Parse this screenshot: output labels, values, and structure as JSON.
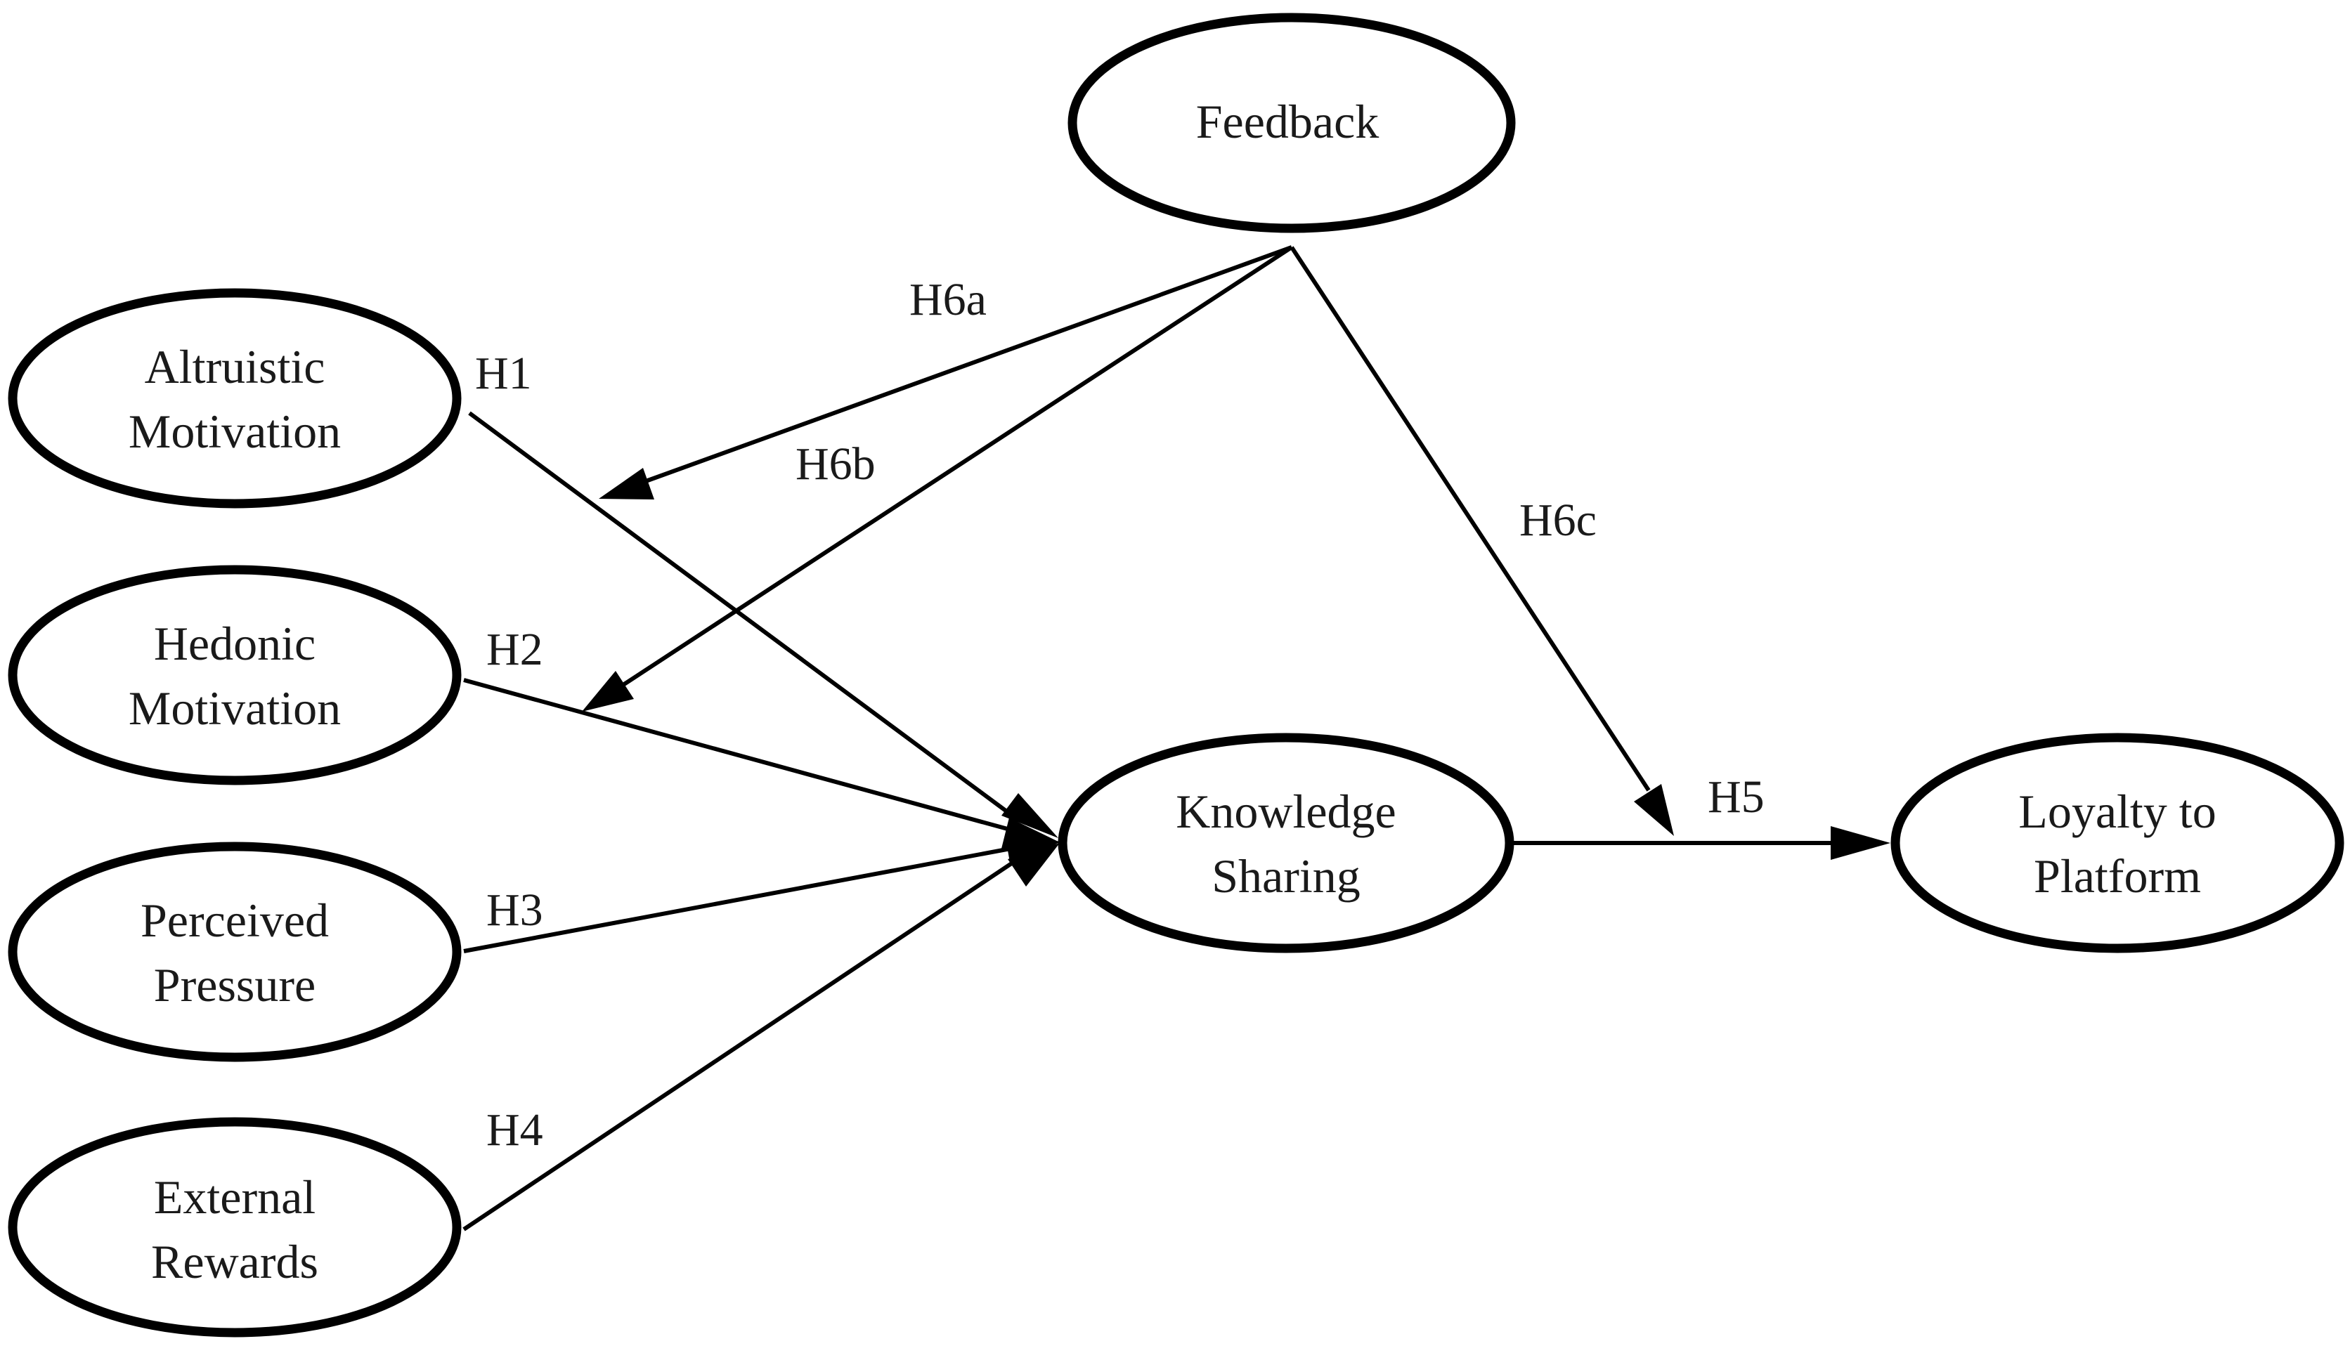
{
  "nodes": {
    "feedback": {
      "lines": [
        "Feedback"
      ]
    },
    "altruistic": {
      "lines": [
        "Altruistic",
        "Motivation"
      ]
    },
    "hedonic": {
      "lines": [
        "Hedonic",
        "Motivation"
      ]
    },
    "perceived": {
      "lines": [
        "Perceived",
        "Pressure"
      ]
    },
    "external": {
      "lines": [
        "External",
        "Rewards"
      ]
    },
    "knowledge": {
      "lines": [
        "Knowledge",
        "Sharing"
      ]
    },
    "loyalty": {
      "lines": [
        "Loyalty to",
        "Platform"
      ]
    }
  },
  "edges": {
    "h1": {
      "label": "H1",
      "from": "altruistic",
      "to": "knowledge"
    },
    "h2": {
      "label": "H2",
      "from": "hedonic",
      "to": "knowledge"
    },
    "h3": {
      "label": "H3",
      "from": "perceived",
      "to": "knowledge"
    },
    "h4": {
      "label": "H4",
      "from": "external",
      "to": "knowledge"
    },
    "h5": {
      "label": "H5",
      "from": "knowledge",
      "to": "loyalty"
    },
    "h6a": {
      "label": "H6a",
      "from": "feedback",
      "to": "h1"
    },
    "h6b": {
      "label": "H6b",
      "from": "feedback",
      "to": "h2"
    },
    "h6c": {
      "label": "H6c",
      "from": "feedback",
      "to": "h5"
    }
  },
  "colors": {
    "stroke": "#000000",
    "text": "#1a1a1a",
    "background": "#ffffff"
  }
}
